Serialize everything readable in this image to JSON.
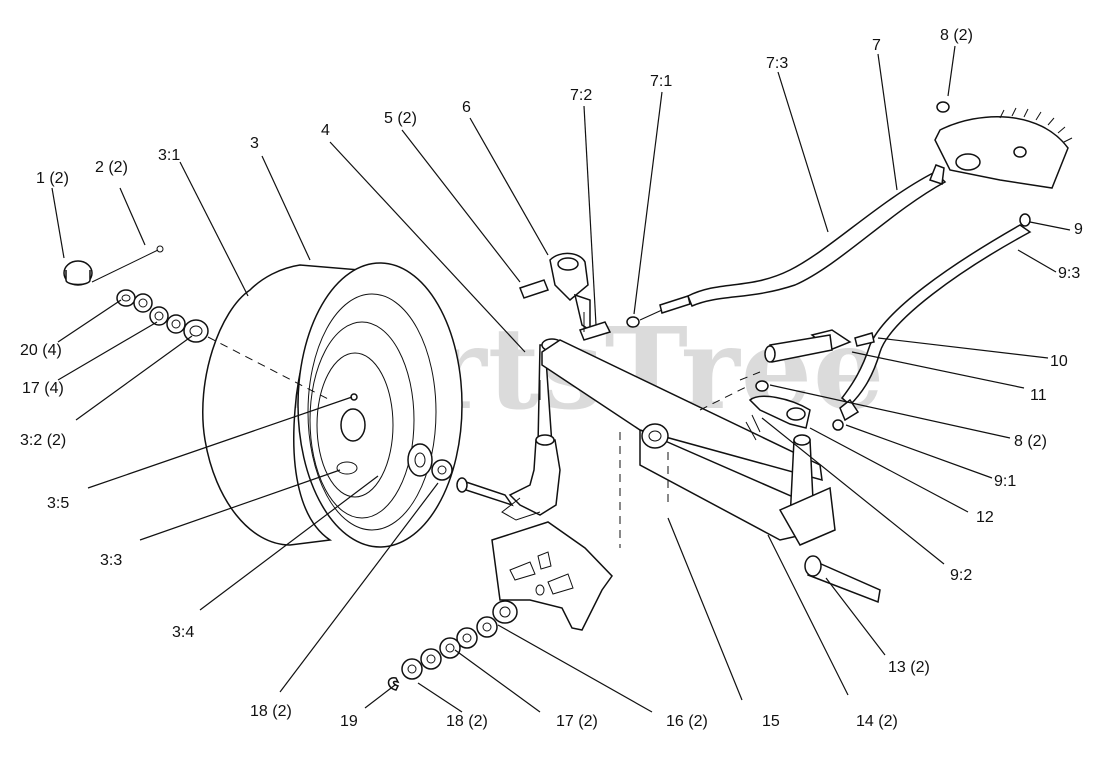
{
  "watermark": {
    "text": "PartsTree",
    "trademark": "™"
  },
  "callouts": [
    {
      "id": "c1",
      "text": "1 (2)"
    },
    {
      "id": "c2",
      "text": "2 (2)"
    },
    {
      "id": "c3",
      "text": "3:1"
    },
    {
      "id": "c4",
      "text": "3"
    },
    {
      "id": "c5",
      "text": "4"
    },
    {
      "id": "c6",
      "text": "5 (2)"
    },
    {
      "id": "c7",
      "text": "6"
    },
    {
      "id": "c8",
      "text": "7:2"
    },
    {
      "id": "c9",
      "text": "7:1"
    },
    {
      "id": "c10",
      "text": "7:3"
    },
    {
      "id": "c11",
      "text": "7"
    },
    {
      "id": "c12",
      "text": "8 (2)"
    },
    {
      "id": "c13",
      "text": "9"
    },
    {
      "id": "c14",
      "text": "9:3"
    },
    {
      "id": "c15",
      "text": "10"
    },
    {
      "id": "c16",
      "text": "11"
    },
    {
      "id": "c17",
      "text": "8 (2)"
    },
    {
      "id": "c18",
      "text": "9:1"
    },
    {
      "id": "c19",
      "text": "12"
    },
    {
      "id": "c20",
      "text": "9:2"
    },
    {
      "id": "c21",
      "text": "13 (2)"
    },
    {
      "id": "c22",
      "text": "14 (2)"
    },
    {
      "id": "c23",
      "text": "15"
    },
    {
      "id": "c24",
      "text": "16 (2)"
    },
    {
      "id": "c25",
      "text": "17 (2)"
    },
    {
      "id": "c26",
      "text": "18 (2)"
    },
    {
      "id": "c27",
      "text": "19"
    },
    {
      "id": "c28",
      "text": "18 (2)"
    },
    {
      "id": "c29",
      "text": "3:4"
    },
    {
      "id": "c30",
      "text": "3:3"
    },
    {
      "id": "c31",
      "text": "3:5"
    },
    {
      "id": "c32",
      "text": "3:2 (2)"
    },
    {
      "id": "c33",
      "text": "17 (4)"
    },
    {
      "id": "c34",
      "text": "20 (4)"
    }
  ]
}
